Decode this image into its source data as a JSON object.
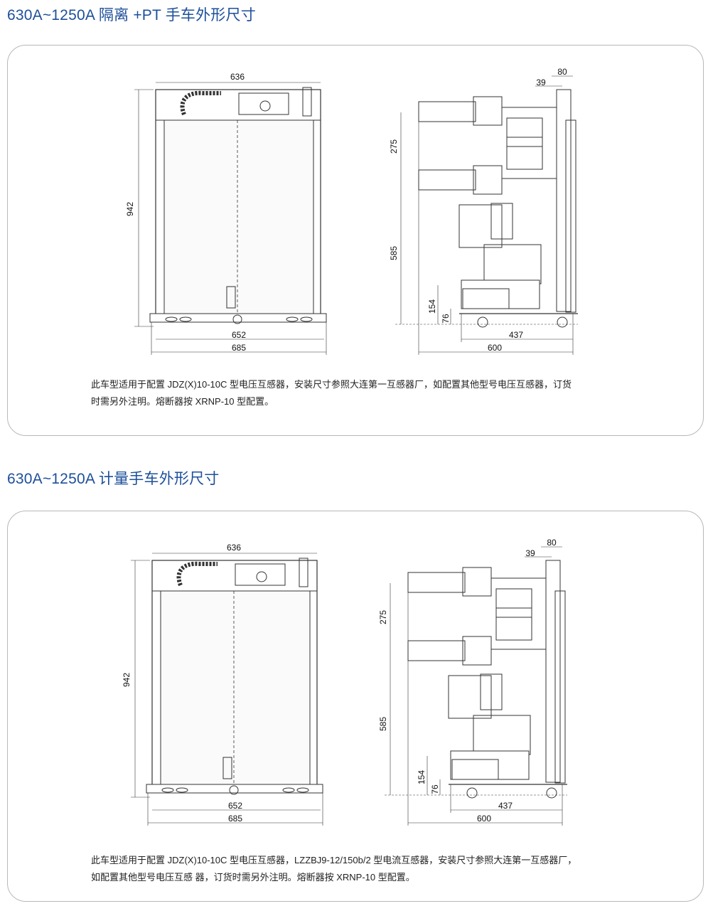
{
  "sections": [
    {
      "title": "630A~1250A 隔离 +PT 手车外形尺寸",
      "caption_lines": [
        "此车型适用于配置 JDZ(X)10-10C 型电压互感器，安装尺寸参照大连第一互感器厂，如配置其他型号电压互感器，订货",
        "时需另外注明。熔断器按 XRNP-10 型配置。"
      ],
      "front_dims": {
        "top": "636",
        "height": "942",
        "bottom_inner": "652",
        "bottom_outer": "685"
      },
      "side_dims": {
        "d80": "80",
        "d39": "39",
        "d275": "275",
        "d585": "585",
        "d154": "154",
        "d76": "76",
        "d437": "437",
        "d600": "600"
      }
    },
    {
      "title": "630A~1250A 计量手车外形尺寸",
      "caption_lines": [
        "此车型适用于配置 JDZ(X)10-10C 型电压互感器，LZZBJ9-12/150b/2 型电流互感器，安装尺寸参照大连第一互感器厂，",
        "如配置其他型号电压互感 器，订货时需另外注明。熔断器按 XRNP-10 型配置。"
      ],
      "front_dims": {
        "top": "636",
        "height": "942",
        "bottom_inner": "652",
        "bottom_outer": "685"
      },
      "side_dims": {
        "d80": "80",
        "d39": "39",
        "d275": "275",
        "d585": "585",
        "d154": "154",
        "d76": "76",
        "d437": "437",
        "d600": "600"
      }
    }
  ],
  "colors": {
    "title": "#1d4f9a",
    "border": "#b8b8b8"
  }
}
